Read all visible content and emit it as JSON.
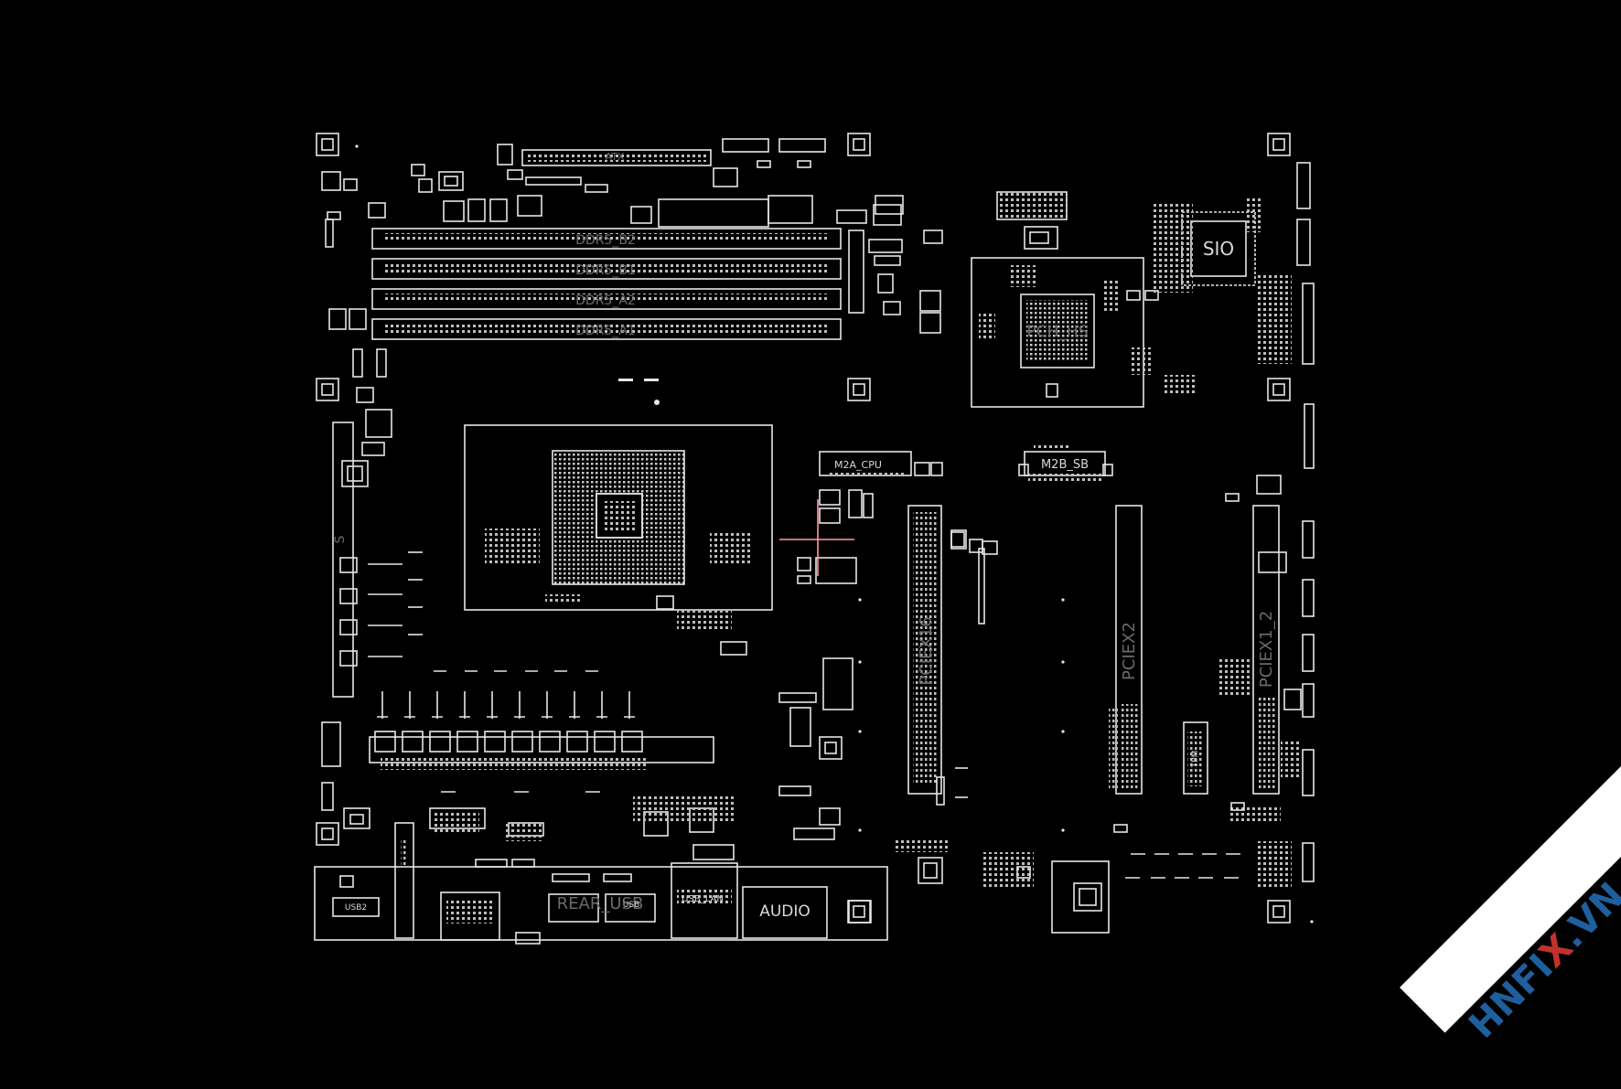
{
  "board": {
    "labels": {
      "atx": "ATX",
      "ddr_b2": "DDR5_B2",
      "ddr_b1": "DDR5_B1",
      "ddr_a2": "DDR5_A2",
      "ddr_a1": "DDR5_A1",
      "sio": "SIO",
      "pch": "PCH_HS",
      "m2a": "M2A_CPU",
      "m2b": "M2B_SB",
      "pcie16": "PCIEX16",
      "pcie2": "PCIEX2",
      "pcie1": "PCIEX1_2",
      "tpm": "TPM",
      "rear_usb": "REAR_USB",
      "usb": "USB",
      "lan": "USB_LAN",
      "audio": "AUDIO",
      "s_mark": "S",
      "usb_top": "USB2"
    }
  },
  "watermark": {
    "brand_a": "HNFI",
    "brand_x": "X",
    "brand_b": ".VN"
  },
  "colors": {
    "background": "#000000",
    "trace": "#e6e6e6",
    "crosshair": "#ff9aa8",
    "watermark_blue": "#1f5f9f",
    "watermark_red": "#c0322b"
  }
}
